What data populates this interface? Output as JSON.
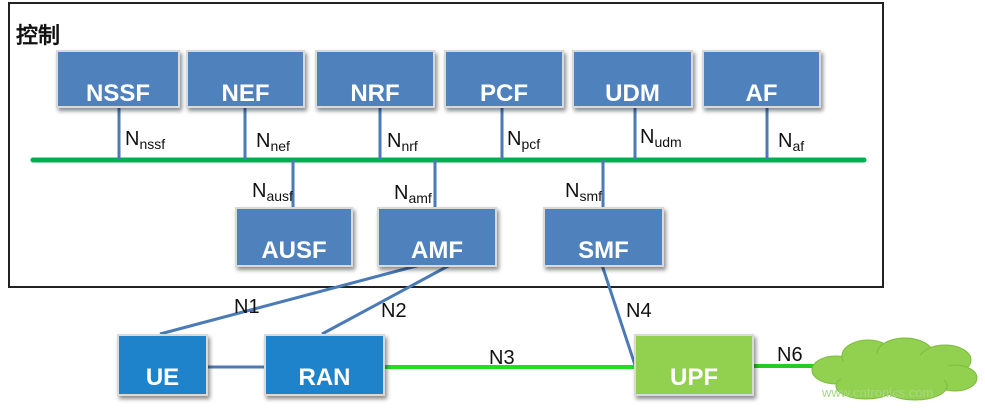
{
  "domain_title": "控制",
  "colors": {
    "nf_blue": "#4f81bd",
    "access_blue": "#1f83cc",
    "upf_green": "#92d050",
    "bus_green": "#00b050",
    "cloud_green": "#92d050",
    "link_line": "#4a7bb7"
  },
  "control_nfs": [
    {
      "label": "NSSF",
      "service": "N",
      "service_sub": "nssf"
    },
    {
      "label": "NEF",
      "service": "N",
      "service_sub": "nef"
    },
    {
      "label": "NRF",
      "service": "N",
      "service_sub": "nrf"
    },
    {
      "label": "PCF",
      "service": "N",
      "service_sub": "pcf"
    },
    {
      "label": "UDM",
      "service": "N",
      "service_sub": "udm"
    },
    {
      "label": "AF",
      "service": "N",
      "service_sub": "af"
    }
  ],
  "lower_nfs": [
    {
      "label": "AUSF",
      "service": "N",
      "service_sub": "ausf"
    },
    {
      "label": "AMF",
      "service": "N",
      "service_sub": "amf"
    },
    {
      "label": "SMF",
      "service": "N",
      "service_sub": "smf"
    }
  ],
  "user_plane": {
    "ue": "UE",
    "ran": "RAN",
    "upf": "UPF"
  },
  "interfaces": {
    "n1": "N1",
    "n2": "N2",
    "n3": "N3",
    "n4": "N4",
    "n6": "N6"
  },
  "watermark": "www.cntronics.com"
}
